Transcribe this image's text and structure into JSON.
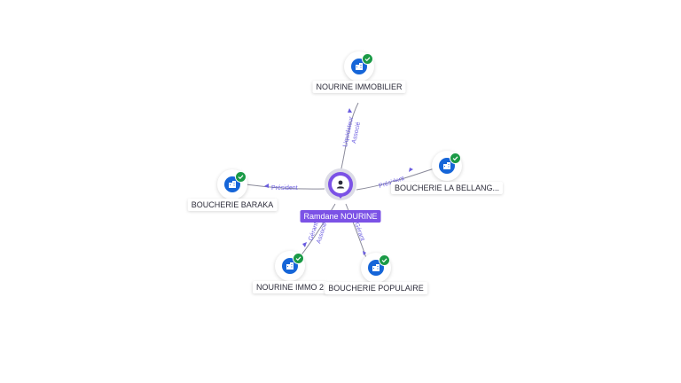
{
  "center": {
    "name": "Ramdane NOURINE",
    "icon": "person-icon",
    "color": "#7b52e6"
  },
  "companies": [
    {
      "name": "NOURINE IMMOBILIER",
      "icon": "building-icon",
      "status": "verified"
    },
    {
      "name": "BOUCHERIE LA BELLANG...",
      "icon": "building-icon",
      "status": "verified"
    },
    {
      "name": "BOUCHERIE BARAKA",
      "icon": "building-icon",
      "status": "verified"
    },
    {
      "name": "NOURINE IMMO 2",
      "icon": "building-icon",
      "status": "verified"
    },
    {
      "name": "BOUCHERIE POPULAIRE",
      "icon": "building-icon",
      "status": "verified"
    }
  ],
  "relations": [
    {
      "roles": [
        "Liquidateur",
        "Associé"
      ]
    },
    {
      "roles": [
        "Président"
      ]
    },
    {
      "roles": [
        "Président"
      ]
    },
    {
      "roles": [
        "Gérant",
        "Associé"
      ]
    },
    {
      "roles": [
        "Gérant"
      ]
    }
  ],
  "colors": {
    "company": "#1565d8",
    "verified": "#1a9a46",
    "edge_label": "#6a5ce0",
    "edge": "#8a8a9a"
  }
}
